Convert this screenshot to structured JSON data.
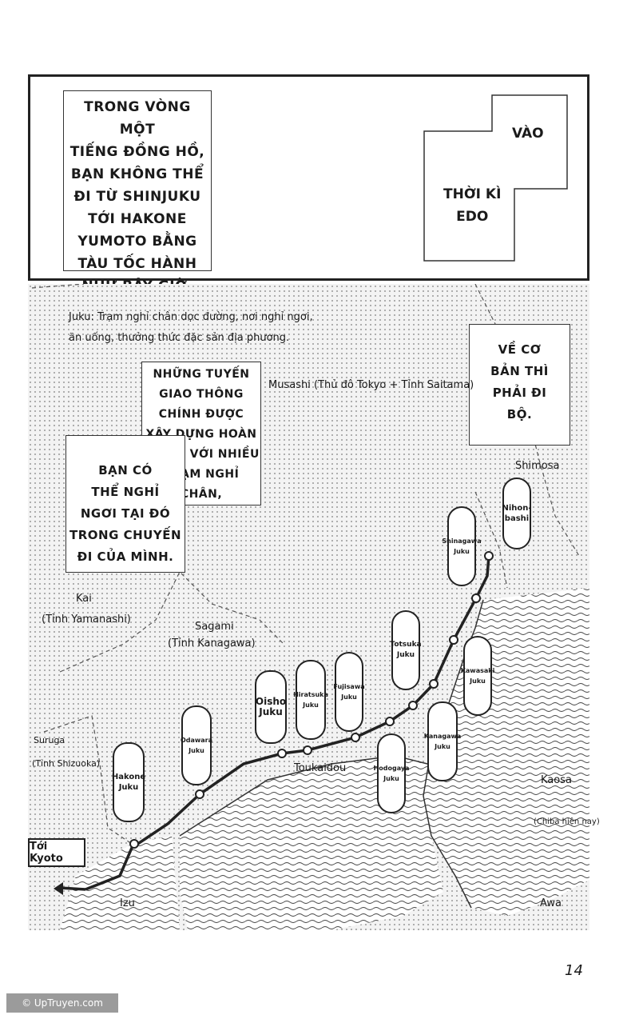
{
  "top_panel": {
    "left_caption": "TRONG VÒNG MỘT\nTIẾNG ĐỒNG HỒ,\nBẠN KHÔNG THỂ\nĐI TỪ SHINJUKU\nTỚI HAKONE\nYUMOTO BẰNG\nTÀU TỐC HÀNH\nNHƯ BÂY GIỜ.",
    "right_caption_1": "VÀO",
    "right_caption_2": "THỜI KÌ\nEDO"
  },
  "map": {
    "juku_note": "Juku: Trạm nghỉ chân dọc đường, nơi nghỉ ngơi,\năn uống, thưởng thức đặc sản địa phương.",
    "bubble_routes": "NHỮNG TUYẾN\nGIAO THÔNG\nCHÍNH ĐƯỢC\nXÂY DỰNG HOÀN\nCHỈNH VỚI NHIỀU\nTRẠM NGHỈ\nCHÂN,",
    "bubble_rest": "BẠN CÓ\nTHỂ NGHỈ\nNGƠI TẠI ĐÓ\nTRONG CHUYẾN\nĐI CỦA MÌNH.",
    "bubble_walk": "VỀ CƠ\nBẢN THÌ\nPHẢI ĐI\nBỘ.",
    "regions": {
      "musashi": "Musashi (Thủ đô Tokyo + Tỉnh Saitama)",
      "shimosa": "Shimosa",
      "kai": "Kai",
      "kai_sub": "(Tỉnh Yamanashi)",
      "sagami": "Sagami",
      "sagami_sub": "(Tỉnh Kanagawa)",
      "suruga": "Suruga",
      "suruga_sub": "(Tỉnh Shizuoka)",
      "toukaidou": "Toukaidou",
      "kaosa": "Kaosa",
      "kaosa_sub": "(Chiba hiện nay)",
      "izu": "Izu",
      "awa": "Awa"
    },
    "stations": {
      "nihonbashi": "Nihon-\nbashi",
      "shinagawa": "Shinagawa\nJuku",
      "kawasaki": "Kawasaki\nJuku",
      "kanagawa": "Kanagawa\nJuku",
      "hodogaya": "Hodogaya\nJuku",
      "totsuka": "Totsuka\nJuku",
      "fujisawa": "Fujisawa\nJuku",
      "hiratsuka": "Hiratsuka\nJuku",
      "oisho": "Oisho\nJuku",
      "odawara": "Odawara\nJuku",
      "hakone": "Hakone\nJuku"
    },
    "to_kyoto": "Tới Kyoto"
  },
  "page_number": "14",
  "watermark": "© UpTruyen.com"
}
